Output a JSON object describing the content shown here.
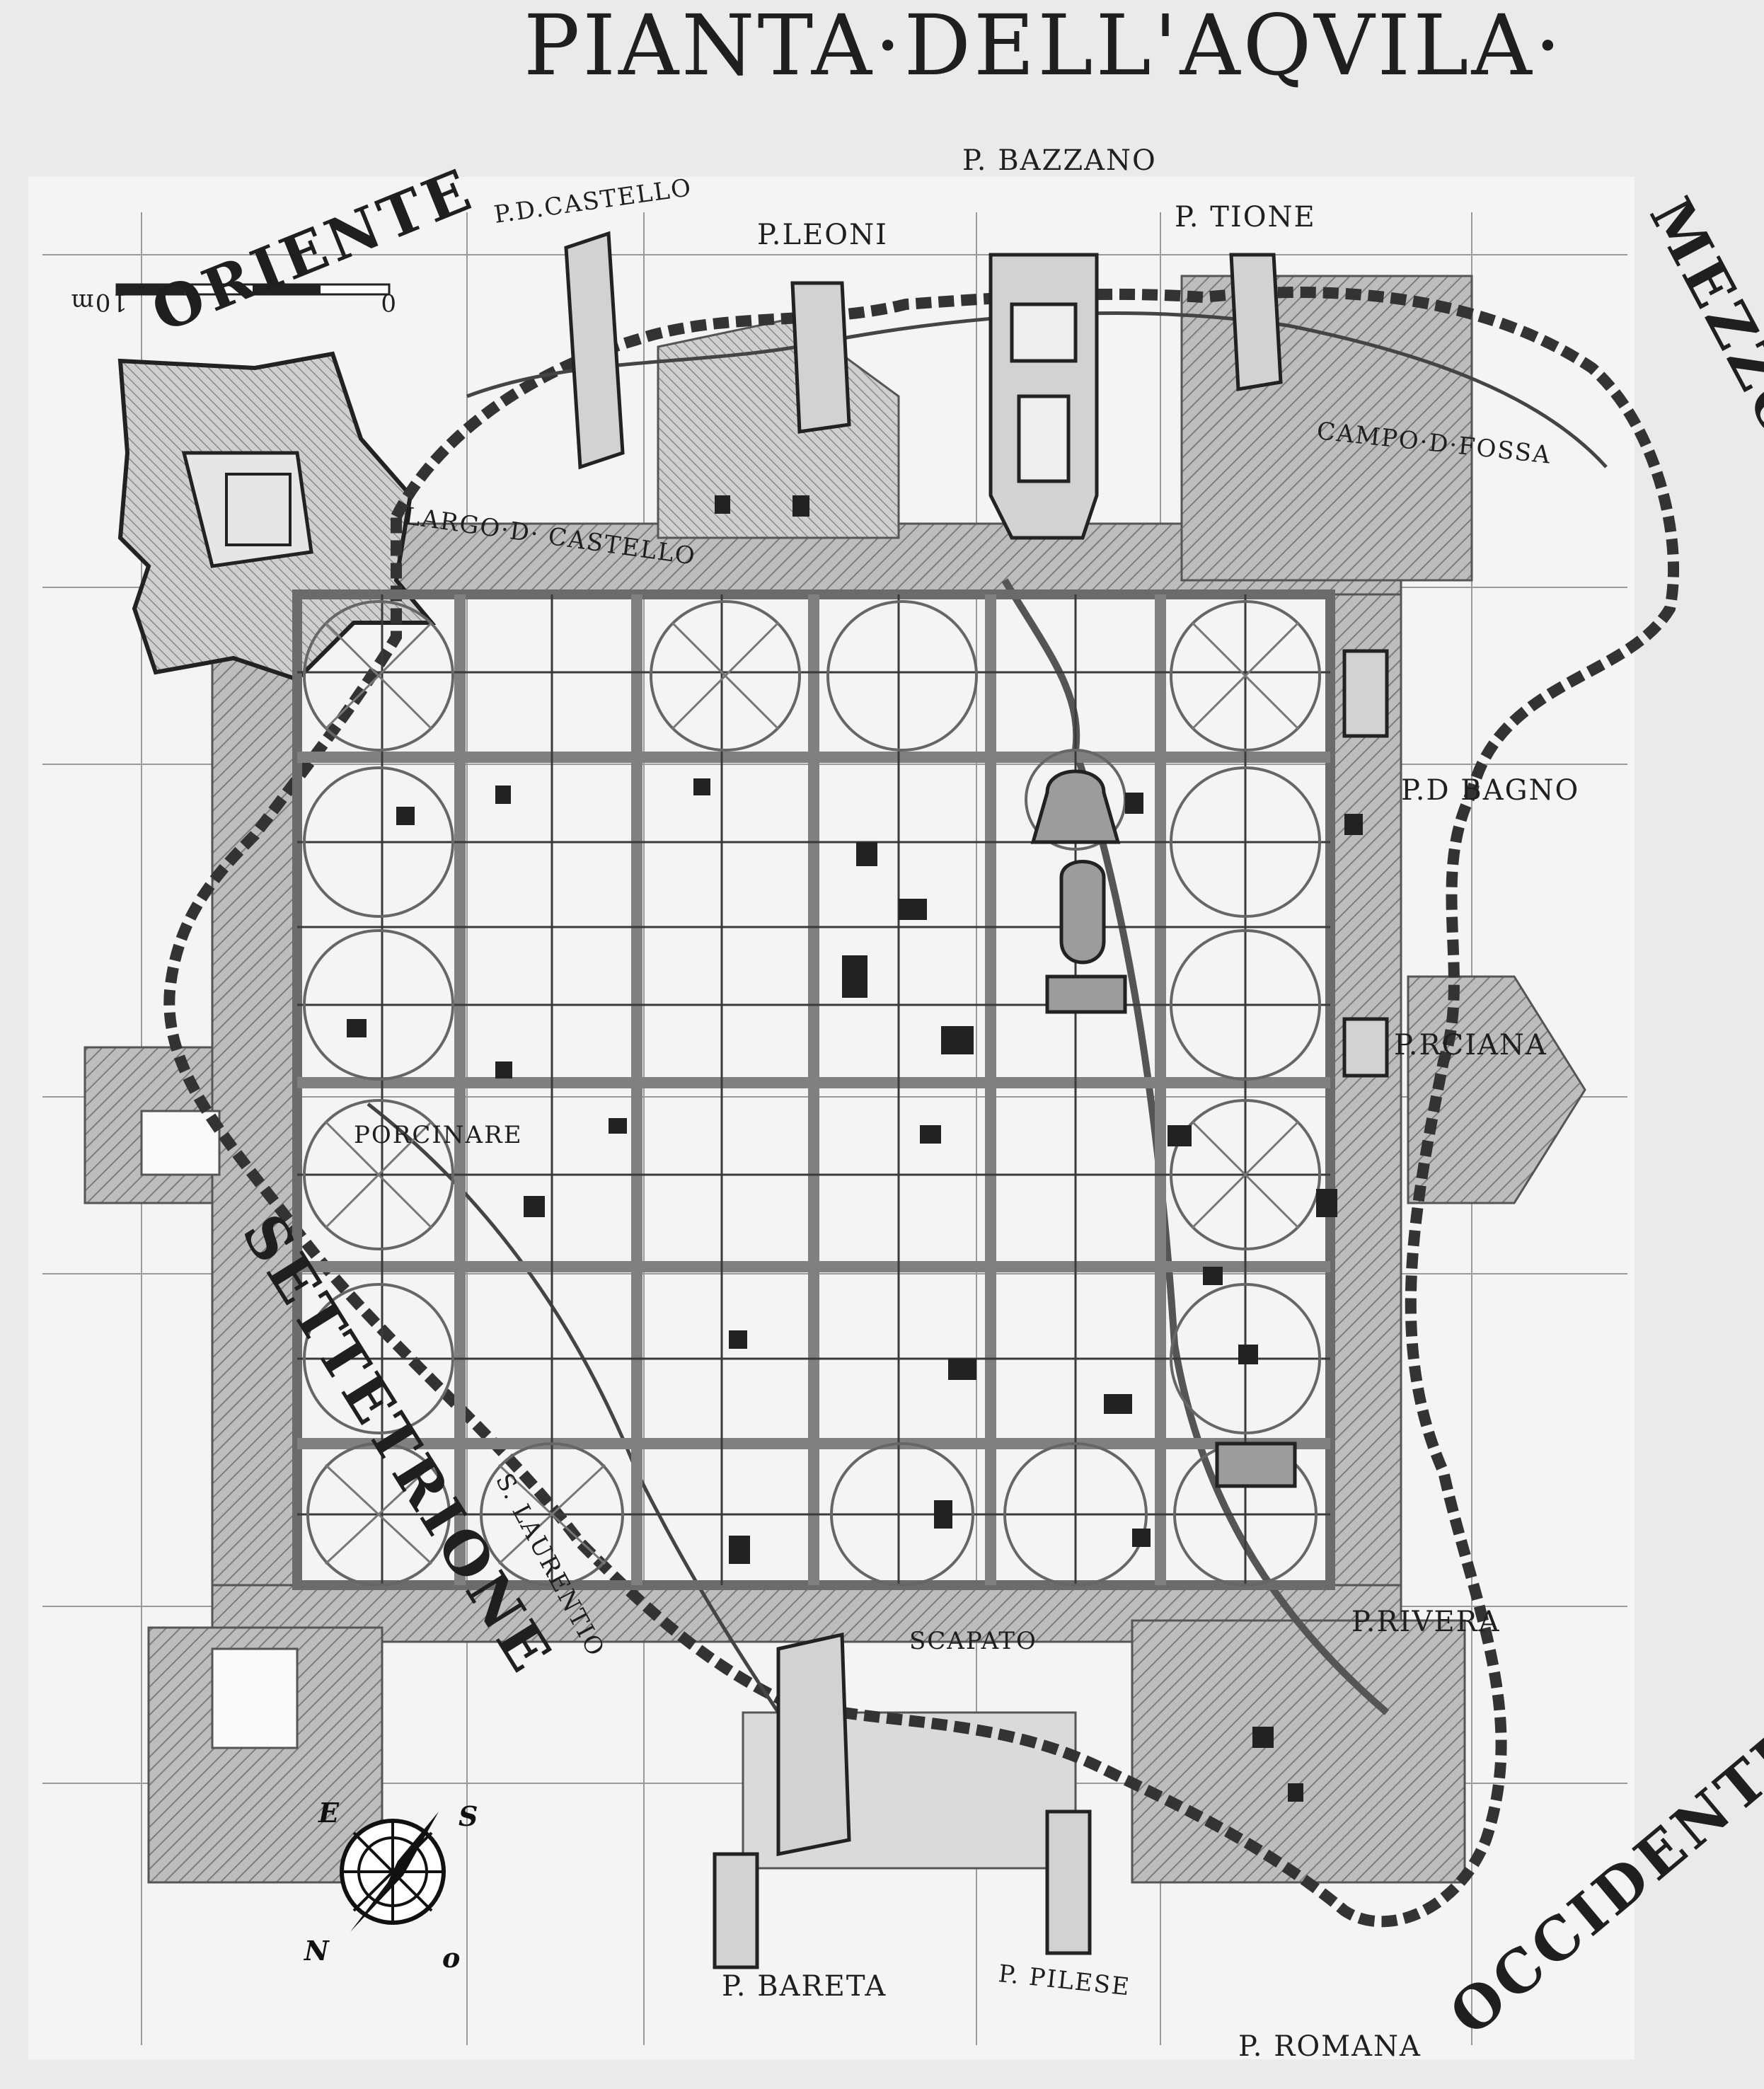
{
  "map": {
    "title": "PIANTA·DELL'AQVILA·",
    "directions": {
      "east": "ORIENTE",
      "south": "MEZZOG",
      "north": "SETTETRIONE",
      "west": "OCCIDENTE"
    },
    "gates": [
      "P. BAZZANO",
      "P.D.CASTELLO",
      "P.LEONI",
      "P. TIONE",
      "P.D BAGNO",
      "P.RCIANA",
      "P.RIVERA",
      "P. ROMANA",
      "P. BARETA",
      "P. PILESE"
    ],
    "places": [
      "CAMPO·D·FOSSA",
      "LARGO·D· CASTELLO",
      "PORCINARE",
      "S. LAURENTIO",
      "SCAPATO"
    ],
    "scale_labels": [
      "0",
      "10m"
    ],
    "compass": {
      "e": "E",
      "s": "S",
      "n": "N",
      "o": "o"
    }
  }
}
